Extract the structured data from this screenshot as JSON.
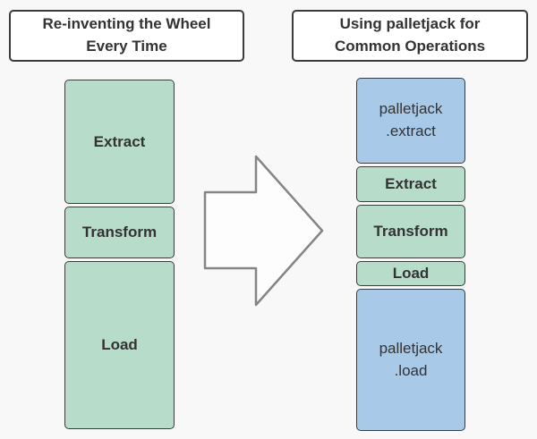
{
  "colors": {
    "background": "#f8f8f8",
    "title_bg": "#ffffff",
    "border": "#3b3b3b",
    "text": "#333333",
    "green": "#b7dcc9",
    "blue": "#a8c9e8",
    "arrow_fill": "#fdfdfd",
    "arrow_stroke": "#858585"
  },
  "left": {
    "title": "Re-inventing the Wheel\nEvery Time",
    "boxes": [
      {
        "label": "Extract"
      },
      {
        "label": "Transform"
      },
      {
        "label": "Load"
      }
    ]
  },
  "right": {
    "title": "Using palletjack for\nCommon Operations",
    "boxes": [
      {
        "label": "palletjack\n.extract"
      },
      {
        "label": "Extract"
      },
      {
        "label": "Transform"
      },
      {
        "label": "Load"
      },
      {
        "label": "palletjack\n.load"
      }
    ]
  },
  "arrow": {
    "meaning": "transforms-into"
  }
}
